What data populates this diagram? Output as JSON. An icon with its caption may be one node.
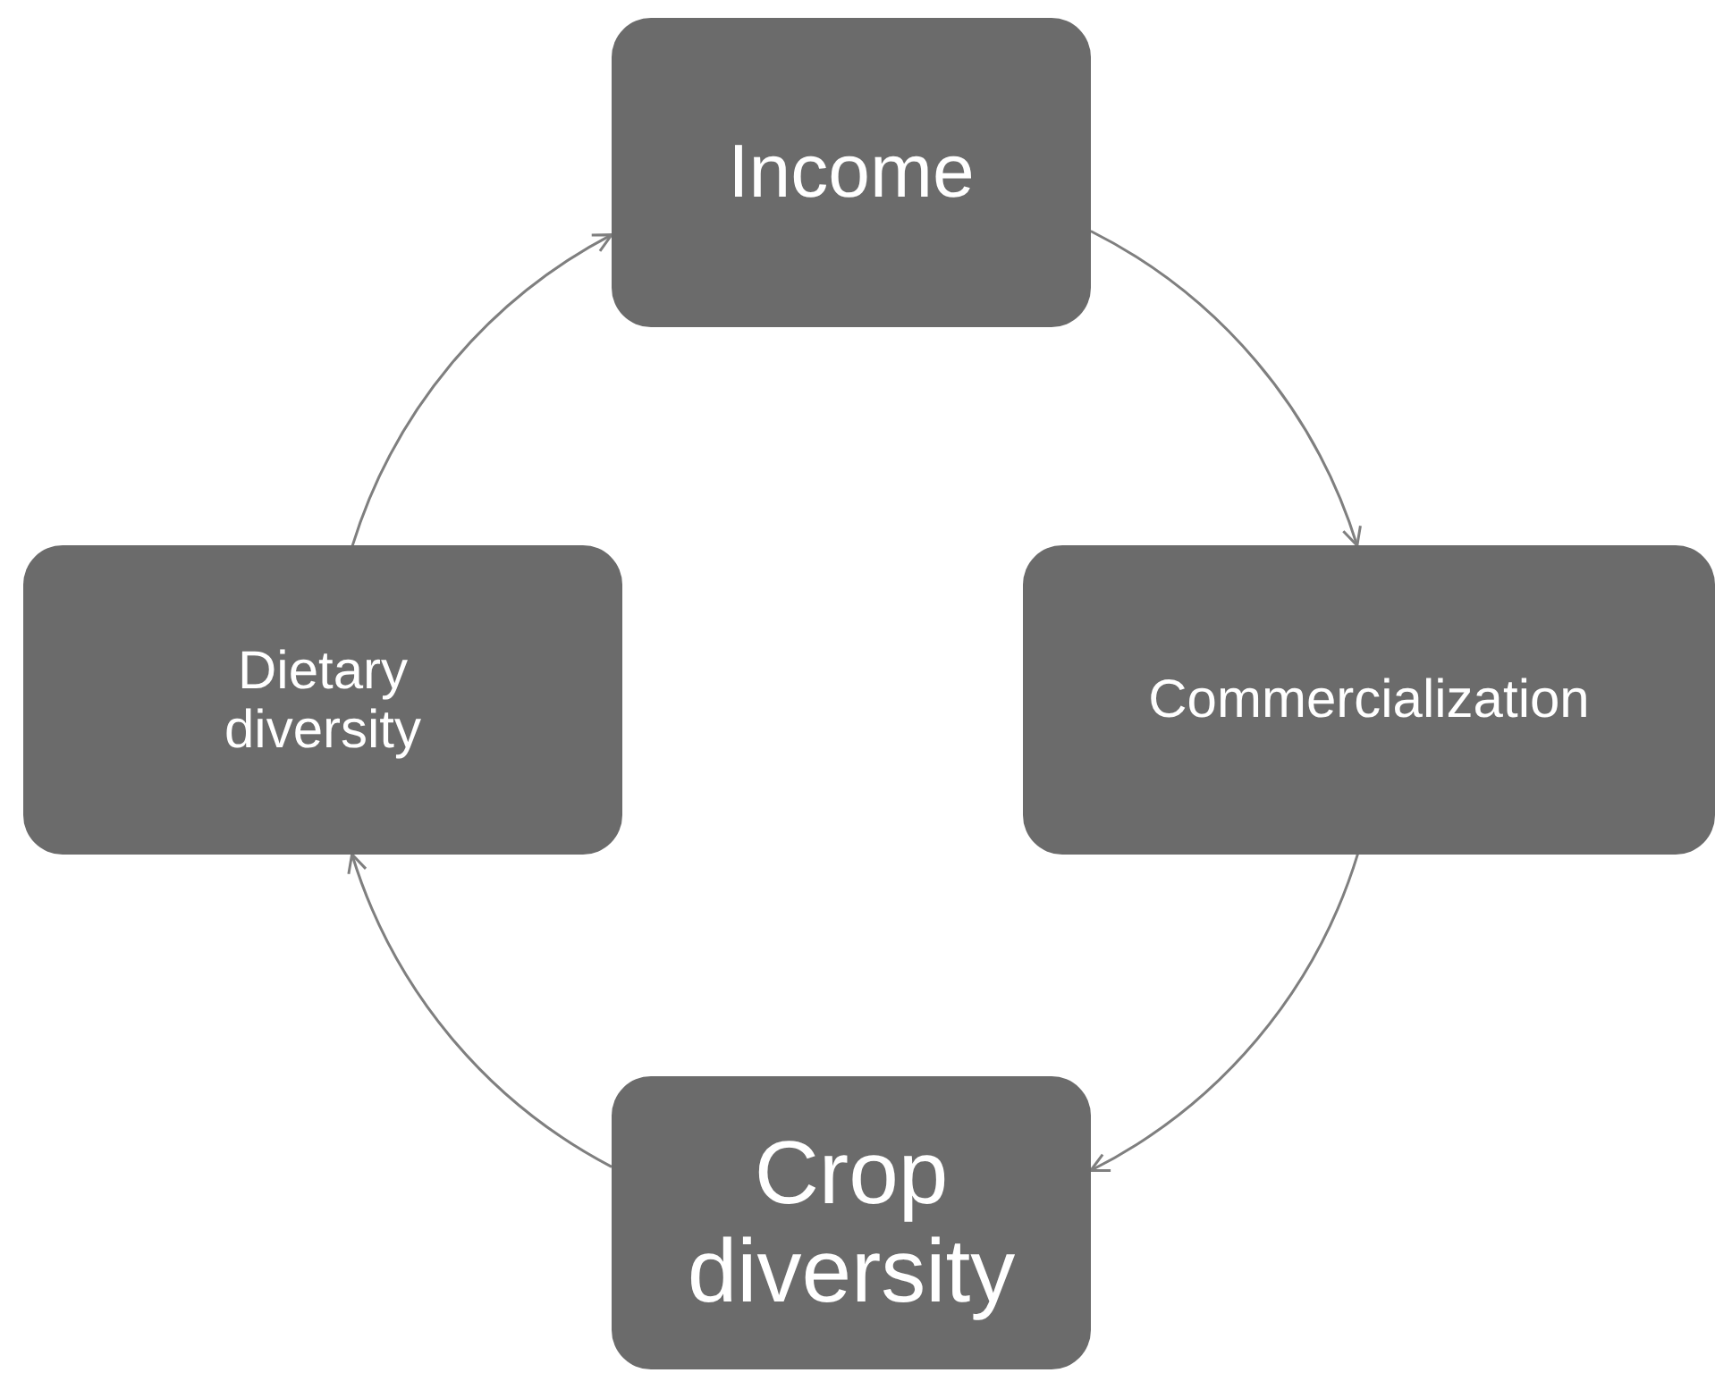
{
  "diagram": {
    "nodes": [
      {
        "text": [
          "Income"
        ]
      },
      {
        "text": [
          "Commercialization"
        ]
      },
      {
        "text": [
          "Crop diversity"
        ]
      },
      {
        "text": [
          "Dietary diversity"
        ]
      }
    ],
    "edges": [
      {
        "from": 0,
        "to": 1,
        "arrow": "to"
      },
      {
        "from": 1,
        "to": 2,
        "arrow": "to"
      },
      {
        "from": 2,
        "to": 3,
        "arrow": "to"
      },
      {
        "from": 3,
        "to": 0,
        "arrow": "to"
      }
    ]
  }
}
